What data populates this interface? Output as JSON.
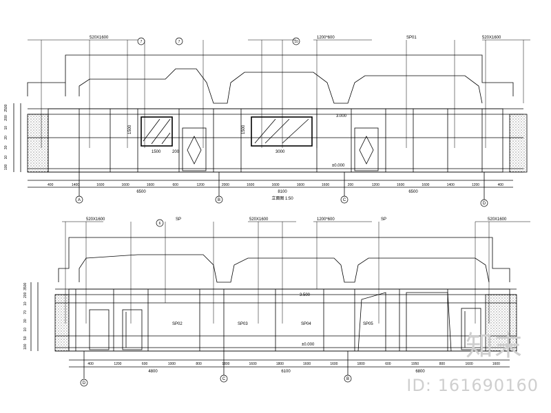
{
  "top": {
    "annotations": {
      "panel_left": "520X1600",
      "panel_top_center": "1200*600",
      "sp01": "SP01",
      "panel_right": "520X1600",
      "circle_1": "7",
      "circle_2": "7",
      "circle_3": "10"
    },
    "elevations": {
      "upper": "3.000",
      "lower": "±0.000"
    },
    "left_vdims": [
      "2500",
      "200",
      "10",
      "20",
      "30",
      "10",
      "100"
    ],
    "window_dims": {
      "h1": "1500",
      "w1": "1500",
      "w1b": "200",
      "h2": "1500",
      "w2": "3000"
    },
    "hdims": [
      "400",
      "1400",
      "1600",
      "1600",
      "1600",
      "600",
      "1200",
      "2000",
      "1600",
      "1600",
      "1600",
      "1600",
      "200",
      "1200",
      "1600",
      "1600",
      "1400",
      "1200",
      "400"
    ],
    "totals": [
      "6500",
      "8100",
      "6500"
    ],
    "axes": [
      "A",
      "B",
      "C",
      "D"
    ],
    "title": "立面图 1:50"
  },
  "bottom": {
    "annotations": {
      "panel_left": "520X1600",
      "sp_a": "SP",
      "panel_center": "520X1600",
      "panel_top_center": "1200*600",
      "sp_b": "SP",
      "panel_right": "520X1600",
      "circle_1": "6"
    },
    "elevations": {
      "upper": "3.500",
      "lower": "±0.000"
    },
    "left_vdims": [
      "3500",
      "200",
      "10",
      "70",
      "30",
      "10",
      "50",
      "100"
    ],
    "sp_labels": [
      "SP02",
      "SP03",
      "SP04",
      "SP05"
    ],
    "hdims": [
      "400",
      "1200",
      "600",
      "1000",
      "800",
      "1800",
      "1600",
      "1800",
      "1600",
      "1600",
      "1800",
      "600",
      "1950",
      "800",
      "1600",
      "1600"
    ],
    "totals": [
      "4800",
      "6100",
      "6800"
    ],
    "axes": [
      "D",
      "C",
      "B"
    ]
  },
  "watermark": {
    "logo": "知末",
    "id": "ID: 161690160"
  },
  "colors": {
    "line": "#000000",
    "hatch": "#000000",
    "watermark": "#cfcfcf"
  }
}
